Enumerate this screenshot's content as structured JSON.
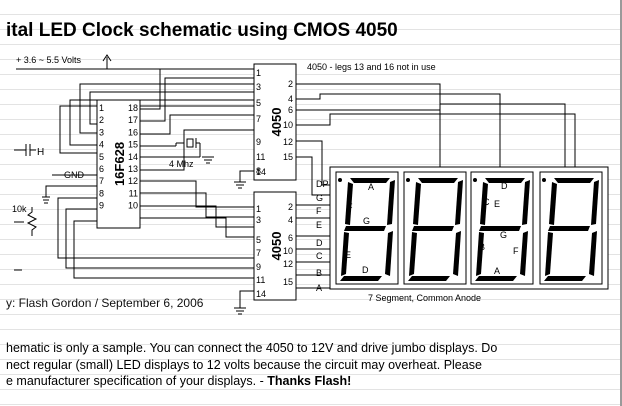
{
  "title": "ital LED Clock schematic using CMOS 4050",
  "supply_label": "+ 3.6 ~ 5.5 Volts",
  "note_4050": "4050 - legs 13 and 16 not in use",
  "mcu": {
    "name": "16F628",
    "pins_left": [
      "1",
      "2",
      "3",
      "4",
      "5",
      "6",
      "7",
      "8",
      "9"
    ],
    "pins_right": [
      "18",
      "17",
      "16",
      "15",
      "14",
      "13",
      "12",
      "11",
      "10"
    ]
  },
  "buffer": {
    "name": "4050",
    "pins_left": [
      "1",
      "3",
      "5",
      "7",
      "9",
      "11",
      "14",
      "8"
    ],
    "pins_right": [
      "2",
      "4",
      "6",
      "10",
      "12",
      "15"
    ]
  },
  "crystal_label": "4 Mhz",
  "gnd_label": "GND",
  "switch_label": "H",
  "resistor_label": "10k",
  "segment_labels": [
    "DP",
    "G",
    "F",
    "E",
    "D",
    "C",
    "B",
    "A"
  ],
  "display_caption": "7 Segment, Common Anode",
  "digit_labels": {
    "d1": [
      "A",
      "F",
      "G",
      "E",
      "D"
    ],
    "d3": [
      "D",
      "C",
      "E",
      "G",
      "B",
      "F",
      "A"
    ]
  },
  "byline": "y: Flash Gordon / September 6, 2006",
  "footnote": {
    "line1": "hematic is only a sample. You can connect the 4050 to 12V and drive jumbo displays. Do",
    "line2": "nect regular (small) LED displays to 12 volts because the circuit may overheat. Please",
    "line3_text": "e manufacturer specification of your displays. - ",
    "line3_bold": "Thanks Flash!"
  },
  "colors": {
    "wire": "#000000",
    "display_bg": "#ffffff",
    "segment": "#000000"
  }
}
